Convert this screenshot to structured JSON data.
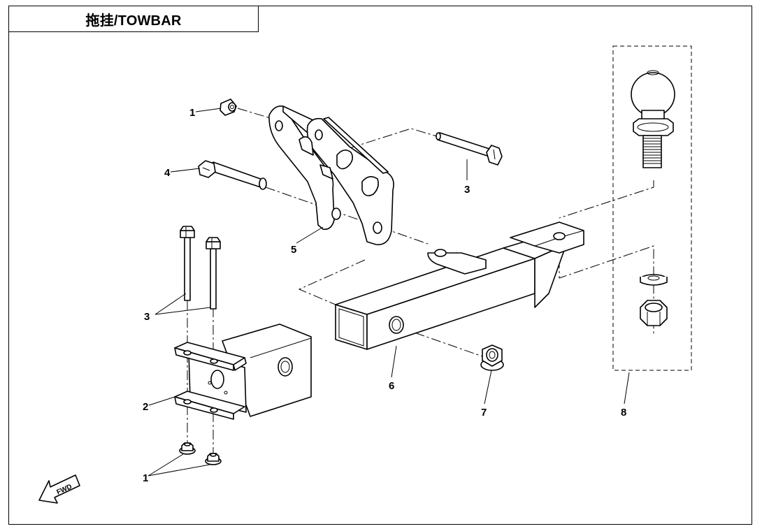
{
  "title": "拖挂/TOWBAR",
  "fwd_label": "FWD",
  "callouts": {
    "c1a": "1",
    "c1b": "1",
    "c2": "2",
    "c3a": "3",
    "c3b": "3",
    "c4": "4",
    "c5": "5",
    "c6": "6",
    "c7": "7",
    "c8": "8"
  }
}
